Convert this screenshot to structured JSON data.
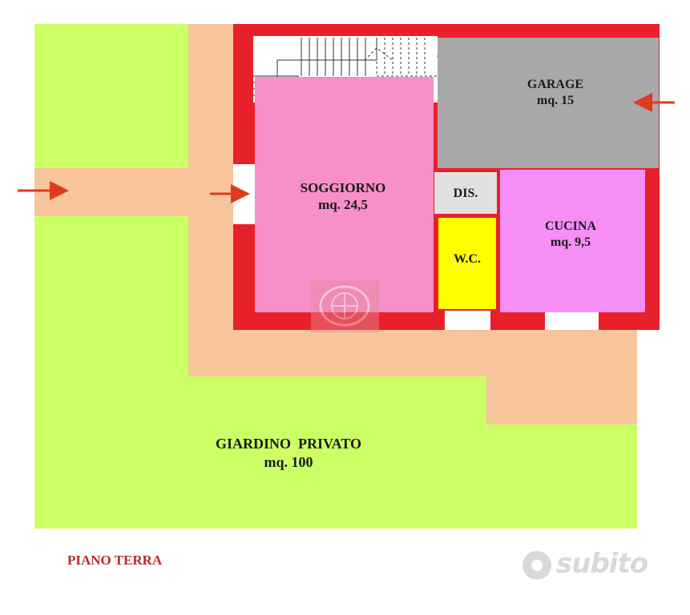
{
  "rooms": {
    "garage": {
      "name": "GARAGE",
      "area": "mq. 15"
    },
    "soggiorno": {
      "name": "SOGGIORNO",
      "area": "mq. 24,5"
    },
    "disimpegno": {
      "name": "DIS."
    },
    "wc": {
      "name": "W.C."
    },
    "cucina": {
      "name": "CUCINA",
      "area": "mq. 9,5"
    },
    "giardino": {
      "name": "GIARDINO  PRIVATO",
      "area": "mq. 100"
    }
  },
  "floor_title": "PIANO TERRA",
  "watermark": {
    "text": "subito"
  },
  "colors": {
    "garden": "#ccff66",
    "path": "#f7c49b",
    "wall": "#e8202a",
    "soggiorno": "#f78fc8",
    "garage": "#a8a8a8",
    "cucina": "#f58ef5",
    "wc": "#ffff00",
    "dis": "#e0e0e0",
    "arrow": "#e03a1c",
    "title": "#c0282a"
  },
  "icons": [
    "entrance-arrow-icon",
    "stairs-icon",
    "globe-logo-icon"
  ]
}
